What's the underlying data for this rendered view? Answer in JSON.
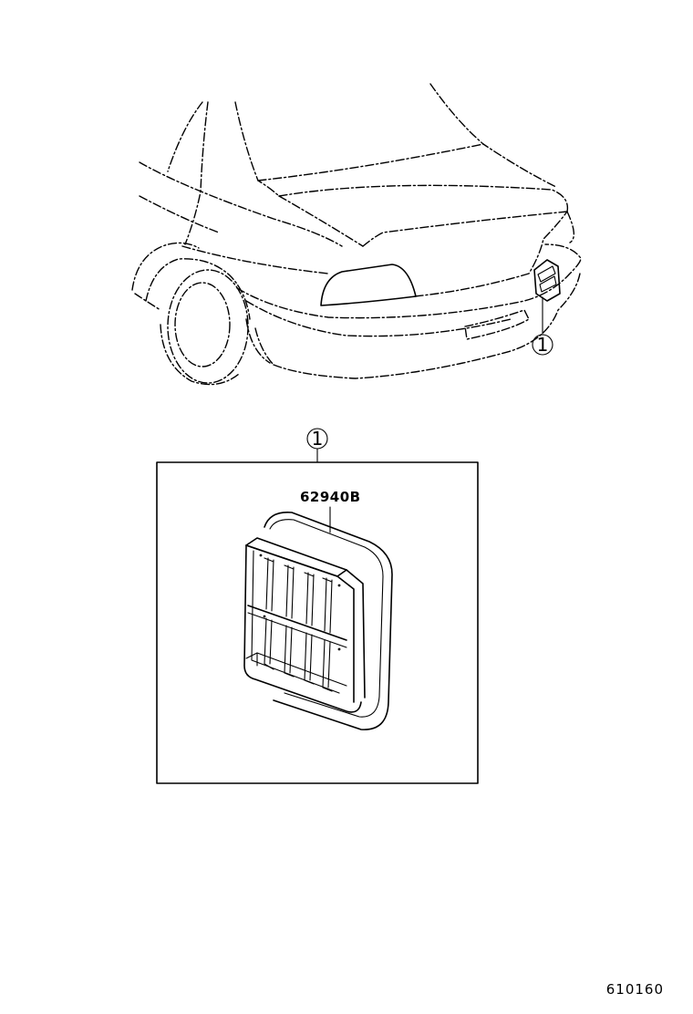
{
  "callouts": {
    "vehicle_callout": "1",
    "detail_callout": "1"
  },
  "part": {
    "number": "62940B"
  },
  "figure_ref": "610160"
}
